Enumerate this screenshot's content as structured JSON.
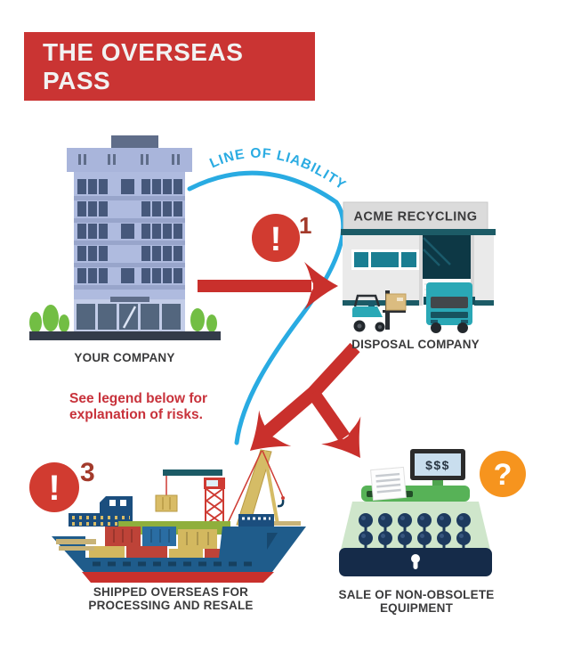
{
  "title": "THE OVERSEAS PASS",
  "liability_line": {
    "label": "LINE OF LIABILITY"
  },
  "legend_note": {
    "lines": [
      "See legend below for",
      "explanation of risks."
    ]
  },
  "markers": {
    "exclamation_glyph": "!",
    "risk_1": "1",
    "risk_3": "3",
    "question_glyph": "?"
  },
  "nodes": {
    "your_company": {
      "label": "YOUR COMPANY"
    },
    "disposal_company": {
      "sign": "ACME RECYCLING",
      "label": "DISPOSAL COMPANY"
    },
    "shipped_overseas": {
      "lines": [
        "SHIPPED OVERSEAS FOR",
        "PROCESSING AND RESALE"
      ]
    },
    "sale_equipment": {
      "lines": [
        "SALE OF NON-OBSOLETE",
        "EQUIPMENT"
      ]
    },
    "register_display": "$$$"
  },
  "colors": {
    "banner_red": "#CA3433",
    "arrow_red": "#C9302C",
    "marker_red": "#D13B30",
    "marker_number_red": "#A33A2B",
    "liability_blue": "#29ABE2",
    "legend_text_red": "#C8323B",
    "label_gray": "#3B3B3C",
    "question_orange": "#F6941E"
  }
}
